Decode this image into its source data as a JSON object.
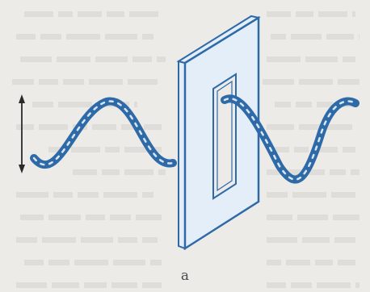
{
  "figure": {
    "caption": "a"
  },
  "colors": {
    "background": "#ecebe8",
    "bleed_text": "#cfcdc8",
    "wave": "#2f6aa8",
    "wave_highlight": "#d9e6f2",
    "plate_face": "#e4eef8",
    "plate_edge": "#2f6aa8",
    "arrow": "#2a2a2a"
  },
  "icons": {
    "polarization_arrow": "double-headed-arrow-icon",
    "wave": "rope-wave",
    "barrier": "slotted-plate"
  }
}
